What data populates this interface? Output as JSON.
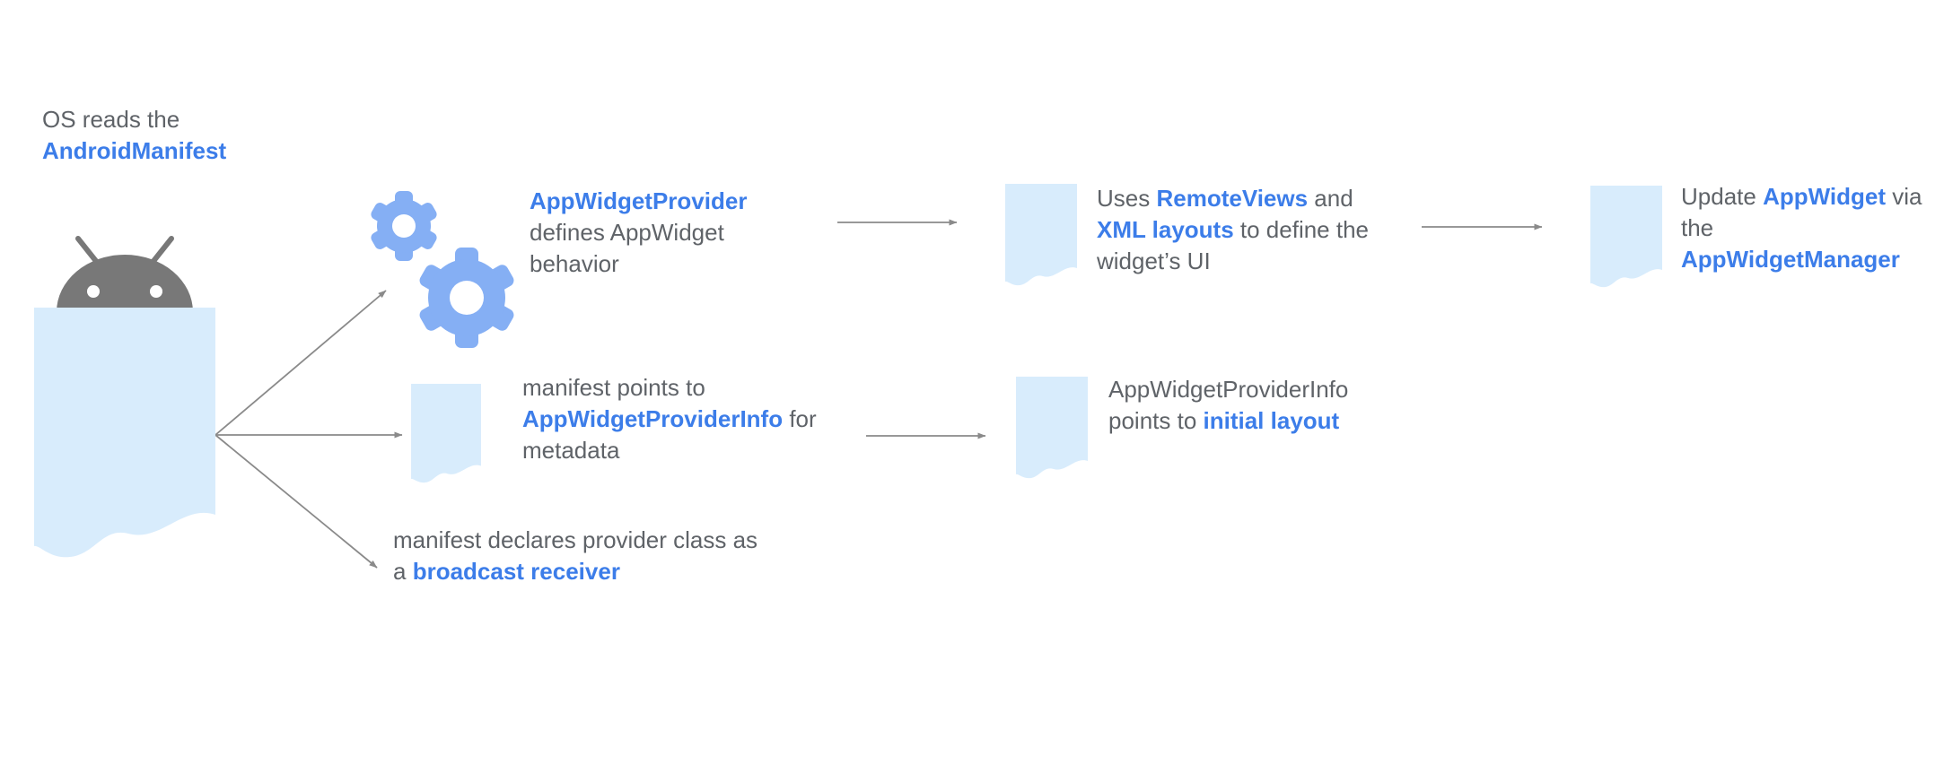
{
  "colors": {
    "background": "#FFFFFF",
    "doc-fill": "#D8ECFC",
    "gear-blue": "#85AFF4",
    "link-blue": "#3C7DE9",
    "text-gray": "#5F6368",
    "robot-gray": "#787878",
    "arrow-gray": "#8A8A8A"
  },
  "blocks": {
    "os_reads_manifest": {
      "lines": [
        [
          {
            "text": "OS reads the",
            "style": "gray"
          }
        ],
        [
          {
            "text": "AndroidManifest",
            "style": "blue"
          }
        ]
      ]
    },
    "appwidgetprovider_behavior": {
      "lines": [
        [
          {
            "text": "AppWidgetProvider",
            "style": "blue"
          }
        ],
        [
          {
            "text": "defines AppWidget",
            "style": "gray"
          }
        ],
        [
          {
            "text": "behavior",
            "style": "gray"
          }
        ]
      ]
    },
    "remoteviews_xml_layouts": {
      "lines": [
        [
          {
            "text": "Uses ",
            "style": "gray"
          },
          {
            "text": "RemoteViews",
            "style": "blue"
          },
          {
            "text": " and",
            "style": "gray"
          }
        ],
        [
          {
            "text": "XML layouts",
            "style": "blue"
          },
          {
            "text": " to define the",
            "style": "gray"
          }
        ],
        [
          {
            "text": "widget’s UI",
            "style": "gray"
          }
        ]
      ]
    },
    "update_appwidget_manager": {
      "lines": [
        [
          {
            "text": "Update ",
            "style": "gray"
          },
          {
            "text": "AppWidget",
            "style": "blue"
          },
          {
            "text": " via",
            "style": "gray"
          }
        ],
        [
          {
            "text": "the",
            "style": "gray"
          }
        ],
        [
          {
            "text": "AppWidgetManager",
            "style": "blue"
          }
        ]
      ]
    },
    "manifest_points_providerinfo": {
      "lines": [
        [
          {
            "text": "manifest points to",
            "style": "gray"
          }
        ],
        [
          {
            "text": "AppWidgetProviderInfo",
            "style": "blue"
          },
          {
            "text": " for",
            "style": "gray"
          }
        ],
        [
          {
            "text": "metadata",
            "style": "gray"
          }
        ]
      ]
    },
    "providerinfo_initial_layout": {
      "lines": [
        [
          {
            "text": "AppWidgetProviderInfo",
            "style": "gray"
          }
        ],
        [
          {
            "text": "points to ",
            "style": "gray"
          },
          {
            "text": "initial layout",
            "style": "blue"
          }
        ]
      ]
    },
    "broadcast_receiver": {
      "lines": [
        [
          {
            "text": "manifest declares provider class as",
            "style": "gray"
          }
        ],
        [
          {
            "text": "a ",
            "style": "gray"
          },
          {
            "text": "broadcast receiver",
            "style": "blue"
          }
        ]
      ]
    }
  },
  "icons": {
    "android_robot": "android-robot-icon",
    "manifest_document": "android-manifest-document-icon",
    "gears": "gears-icon",
    "document": "document-icon"
  }
}
